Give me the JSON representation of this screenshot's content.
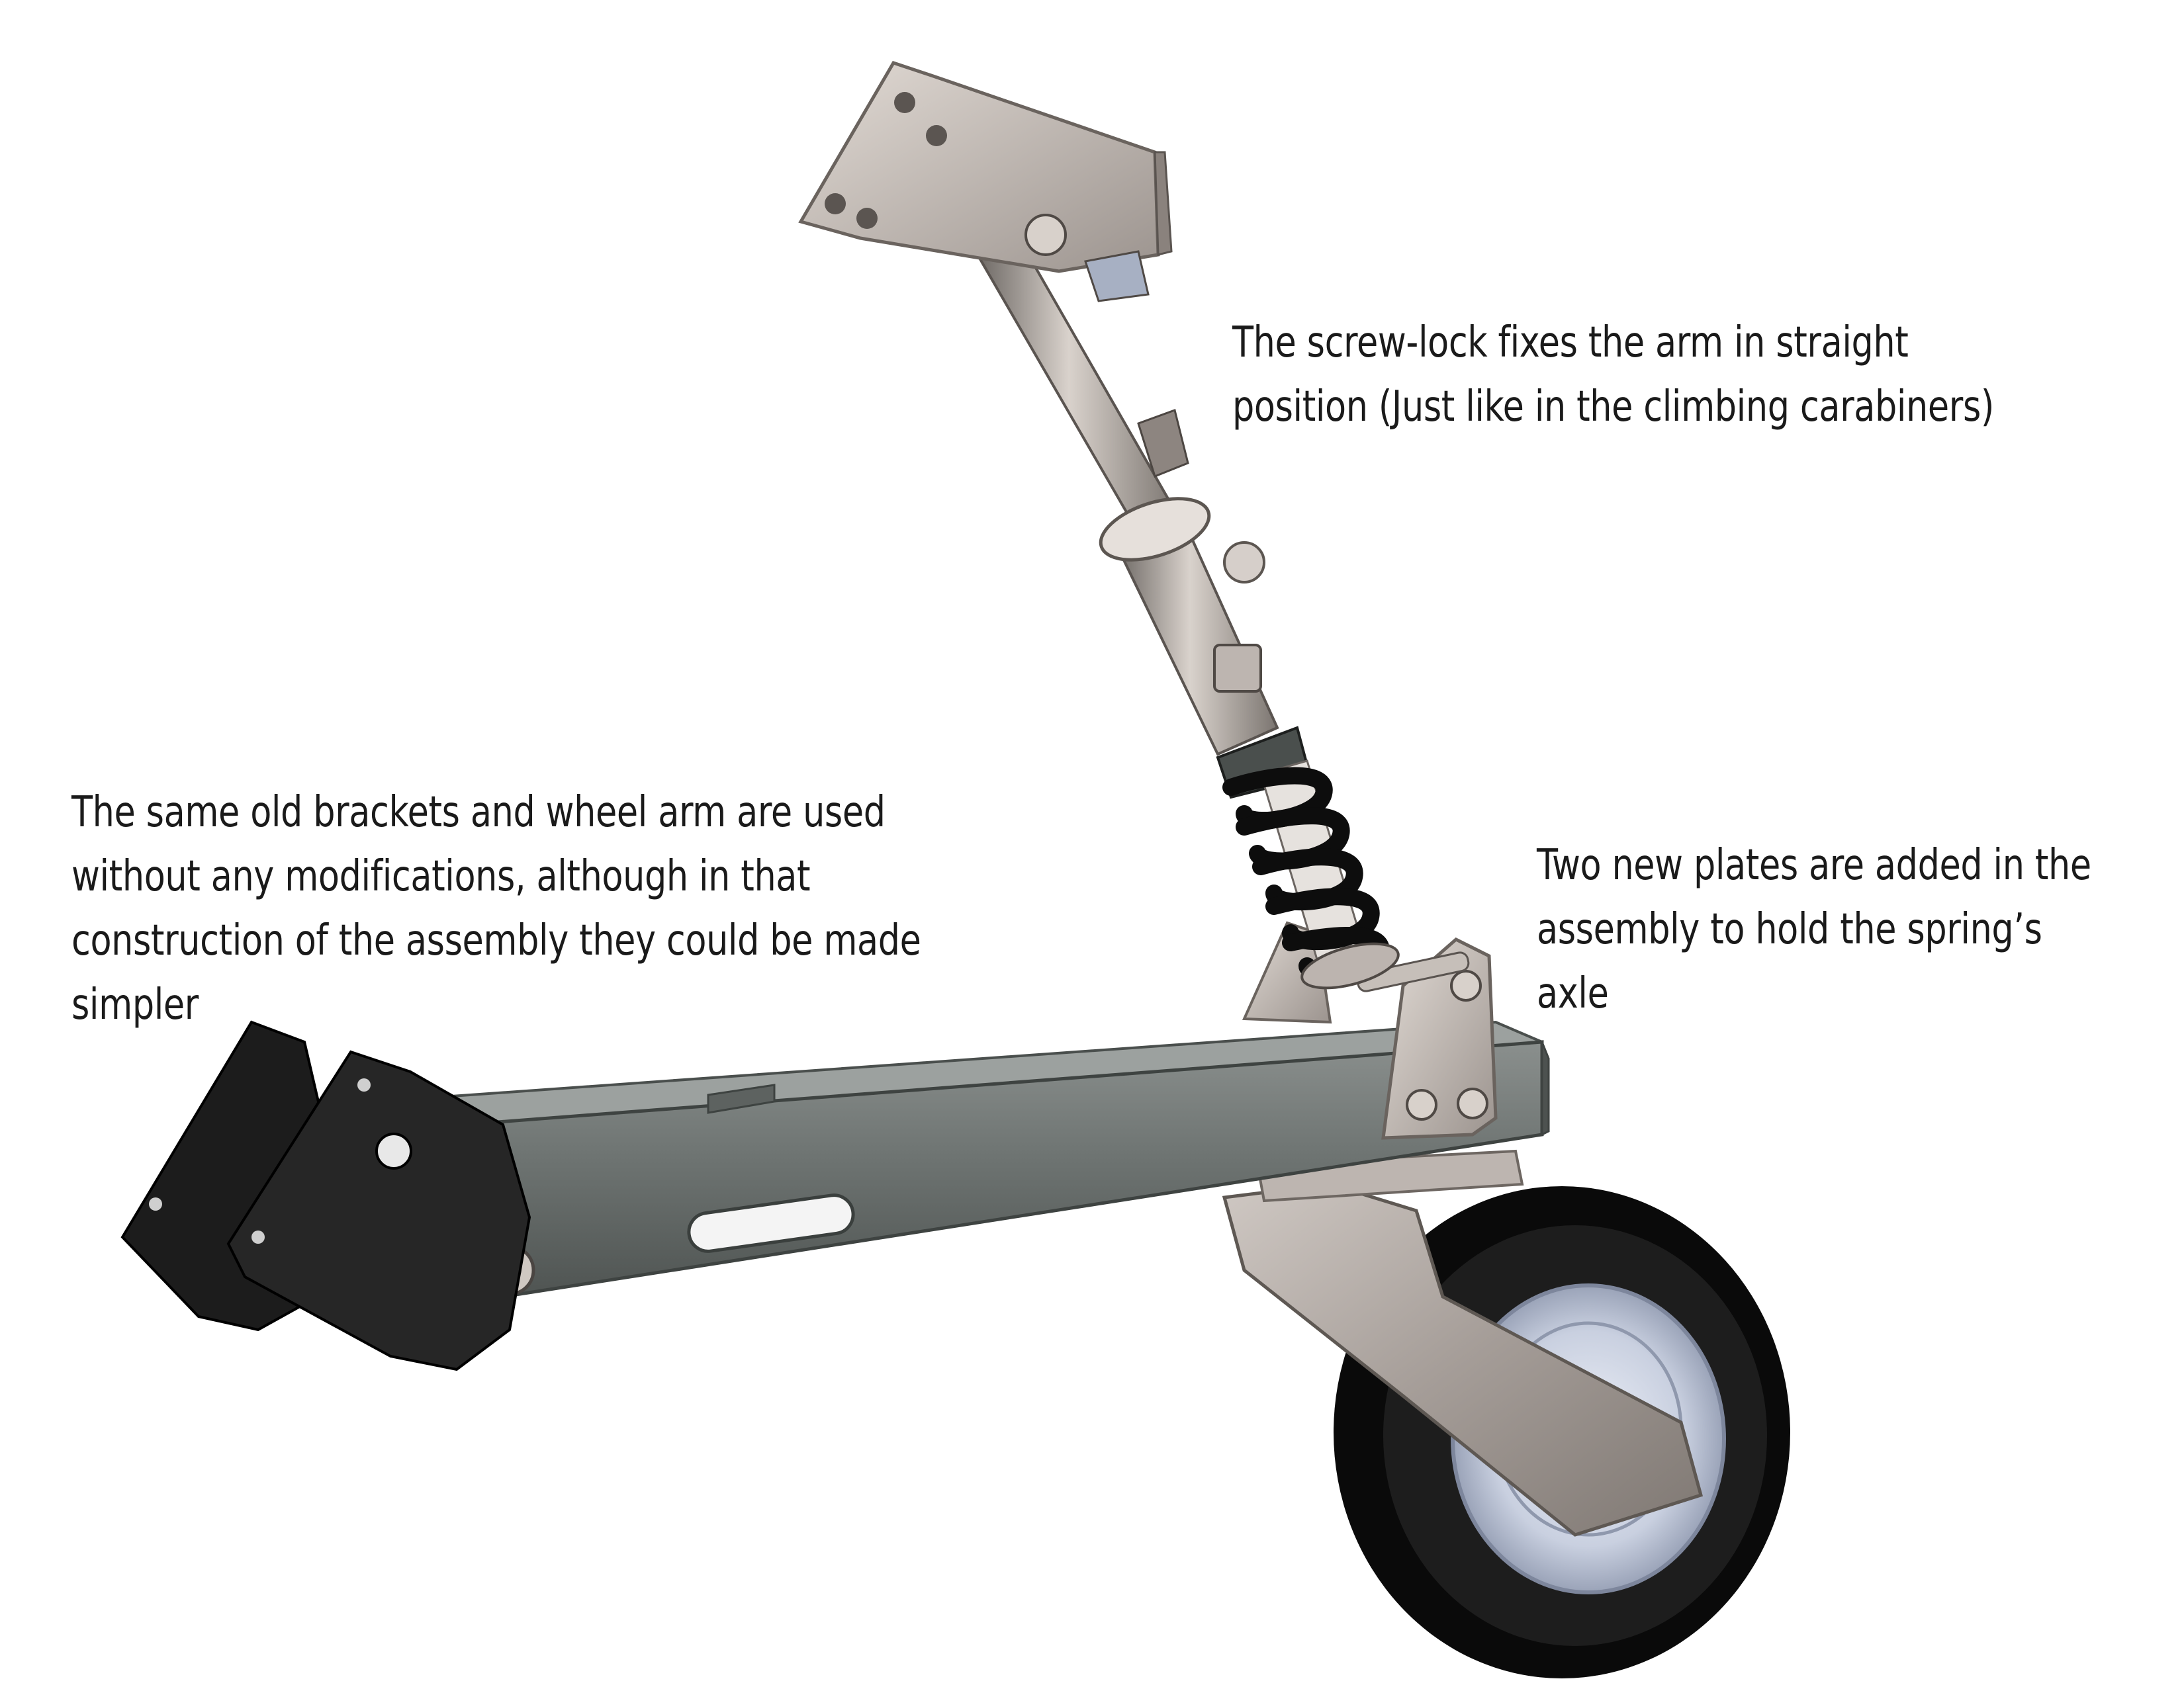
{
  "annotations": {
    "screw_lock": {
      "lines": [
        "The screw-lock fixes the arm in straight",
        "position (Just like in the climbing carabiners)"
      ]
    },
    "brackets": {
      "lines": [
        "The same old brackets and wheel arm are used",
        "without any modifications, although in that",
        "construction of the assembly they could be made",
        "simpler"
      ]
    },
    "plates": {
      "lines": [
        "Two new plates are added in the",
        "assembly to hold the spring’s",
        "axle"
      ]
    }
  },
  "colors": {
    "arm": "#6e7472",
    "arm_dark": "#565b59",
    "bracket": "#1c1c1c",
    "steel": "#b8aea6",
    "spring": "#0d0d0d",
    "tire": "#0a0a0a",
    "hub": "#c9d0e0",
    "fork": "#a59d98"
  }
}
